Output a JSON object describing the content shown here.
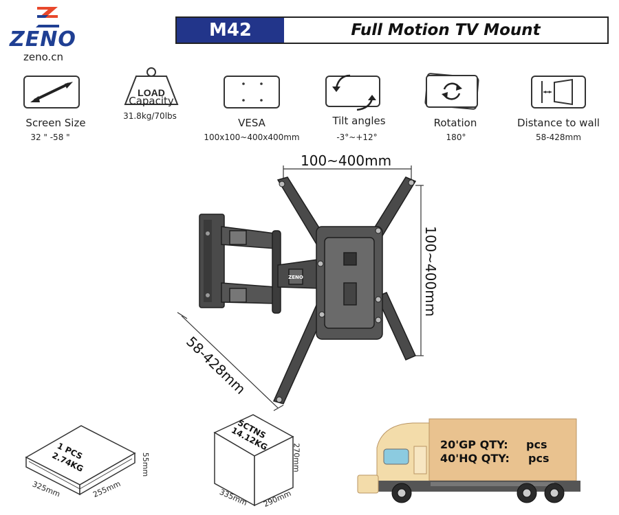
{
  "brand": {
    "name": "ZENO",
    "site": "zeno.cn"
  },
  "header": {
    "model": "M42",
    "title": "Full Motion TV Mount"
  },
  "specs": [
    {
      "icon": "screen-size-arrow-icon",
      "name": "Screen Size",
      "value": "32 \" -58 \""
    },
    {
      "icon": "load-weight-icon",
      "icon_text": "LOAD",
      "name": "Capacity",
      "value": "31.8kg/70lbs"
    },
    {
      "icon": "vesa-pattern-icon",
      "name": "VESA",
      "value": "100x100~400x400mm"
    },
    {
      "icon": "tilt-arrows-icon",
      "name": "Tilt angles",
      "value": "-3°~+12°"
    },
    {
      "icon": "rotation-icon",
      "name": "Rotation",
      "value": "180°"
    },
    {
      "icon": "distance-to-wall-icon",
      "name": "Distance to wall",
      "value": "58-428mm"
    }
  ],
  "diagram": {
    "width_label": "100~400mm",
    "height_label": "100~400mm",
    "extension_label": "58-428mm",
    "plate_logo": "ZENO"
  },
  "packaging": {
    "single": {
      "pcs": "1 PCS",
      "weight": "2.74KG",
      "length": "325mm",
      "width": "255mm",
      "height": "55mm"
    },
    "carton": {
      "ctns": "5CTNS",
      "weight": "14.12KG",
      "length": "335mm",
      "width": "290mm",
      "height": "270mm"
    }
  },
  "shipping": {
    "gp_label": "20'GP QTY:",
    "gp_unit": "pcs",
    "hq_label": "40'HQ QTY:",
    "hq_unit": "pcs"
  },
  "colors": {
    "brand_blue": "#22358a",
    "truck_body": "#f3dcaa",
    "cargo": "#e9c28f"
  }
}
